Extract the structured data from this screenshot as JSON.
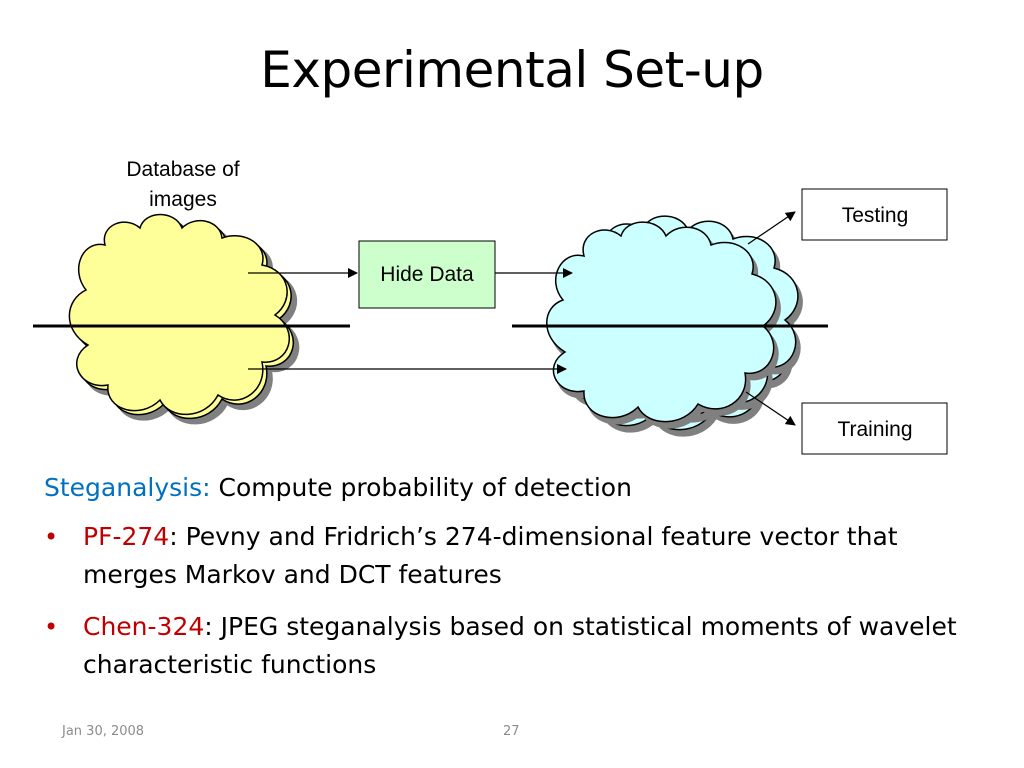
{
  "slide": {
    "title": "Experimental Set-up"
  },
  "diagram": {
    "database_label_line1": "Database of",
    "database_label_line2": "images",
    "hide_data_label": "Hide Data",
    "testing_label": "Testing",
    "training_label": "Training",
    "colors": {
      "source_cloud": "#ffff99",
      "result_cloud": "#ccffff",
      "hide_data_box": "#ccffcc",
      "shadow": "#808080"
    }
  },
  "steganalysis": {
    "prefix": "Steganalysis:",
    "text": " Compute probability of detection"
  },
  "bullets": [
    {
      "term": "PF-274",
      "text": ": Pevny and Fridrich’s 274-dimensional feature vector that merges Markov and DCT features"
    },
    {
      "term": "Chen-324",
      "text": ": JPEG steganalysis based on statistical moments of wavelet characteristic functions"
    }
  ],
  "footer": {
    "date": "Jan 30, 2008",
    "page_number": "27"
  }
}
